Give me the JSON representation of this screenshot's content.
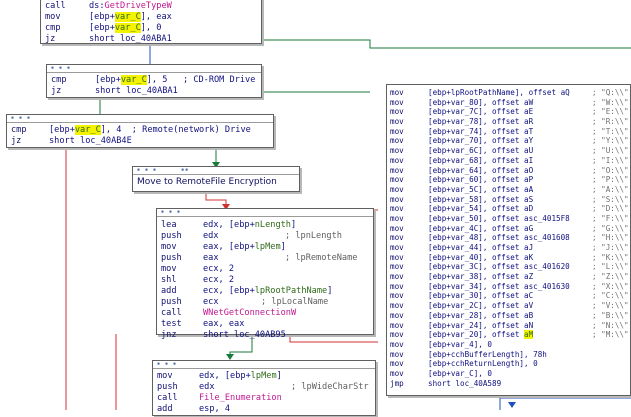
{
  "node_top": {
    "lines": [
      {
        "m": "call",
        "parts": [
          {
            "t": "ds:"
          },
          {
            "t": "GetDriveTypeW",
            "c": "fn"
          }
        ]
      },
      {
        "m": "mov",
        "parts": [
          {
            "t": "[ebp+"
          },
          {
            "t": "var_C",
            "c": "hl"
          },
          {
            "t": "], eax"
          }
        ]
      },
      {
        "m": "cmp",
        "parts": [
          {
            "t": "[ebp+"
          },
          {
            "t": "var_C",
            "c": "hl"
          },
          {
            "t": "], 0"
          }
        ]
      },
      {
        "m": "jz",
        "parts": [
          {
            "t": "short loc_40ABA1"
          }
        ]
      }
    ]
  },
  "node_cdrom": {
    "lines": [
      {
        "m": "cmp",
        "parts": [
          {
            "t": "[ebp+"
          },
          {
            "t": "var_C",
            "c": "hl"
          },
          {
            "t": "], 5   ; CD-ROM Drive"
          }
        ]
      },
      {
        "m": "jz",
        "parts": [
          {
            "t": "short loc_40ABA1"
          }
        ]
      }
    ]
  },
  "node_remote": {
    "lines": [
      {
        "m": "cmp",
        "parts": [
          {
            "t": "[ebp+"
          },
          {
            "t": "var_C",
            "c": "hl"
          },
          {
            "t": "], 4  ; Remote(network) Drive"
          }
        ]
      },
      {
        "m": "jz",
        "parts": [
          {
            "t": "short loc_40AB4E"
          }
        ]
      }
    ]
  },
  "node_label": {
    "text": "Move to RemoteFile Encryption"
  },
  "node_wnet": {
    "lines": [
      {
        "m": "lea",
        "op": "edx, [ebp+",
        "v": "nLength",
        "tail": "]"
      },
      {
        "m": "push",
        "op": "edx",
        "comment": "; lpnLength"
      },
      {
        "m": "mov",
        "op": "eax, [ebp+",
        "v": "lpMem",
        "tail": "]"
      },
      {
        "m": "push",
        "op": "eax",
        "comment": "; lpRemoteName"
      },
      {
        "m": "mov",
        "op": "ecx, 2"
      },
      {
        "m": "shl",
        "op": "ecx, 2"
      },
      {
        "m": "add",
        "op": "ecx, [ebp+",
        "v": "lpRootPathName",
        "tail": "]"
      },
      {
        "m": "push",
        "op": "ecx",
        "comment": "; lpLocalName"
      },
      {
        "m": "call",
        "op": "WNetGetConnectionW"
      },
      {
        "m": "test",
        "op": "eax, eax"
      },
      {
        "m": "jnz",
        "op": "short loc_40AB95"
      }
    ]
  },
  "node_enum": {
    "lines": [
      {
        "m": "mov",
        "op": "edx, [ebp+",
        "v": "lpMem",
        "tail": "]"
      },
      {
        "m": "push",
        "op": "edx",
        "comment": "; lpWideCharStr"
      },
      {
        "m": "call",
        "op": "File_Enumeration"
      },
      {
        "m": "add",
        "op": "esp, 4"
      }
    ]
  },
  "node_right": {
    "lines": [
      {
        "m": "mov",
        "a": "[ebp+lpRootPathName], offset aQ",
        "c": "; \"Q:\\\\\""
      },
      {
        "m": "mov",
        "a": "[ebp+var_80], offset aW",
        "c": "; \"W:\\\\\""
      },
      {
        "m": "mov",
        "a": "[ebp+var_7C], offset aE",
        "c": "; \"E:\\\\\""
      },
      {
        "m": "mov",
        "a": "[ebp+var_78], offset aR",
        "c": "; \"R:\\\\\""
      },
      {
        "m": "mov",
        "a": "[ebp+var_74], offset aT",
        "c": "; \"T:\\\\\""
      },
      {
        "m": "mov",
        "a": "[ebp+var_70], offset aY",
        "c": "; \"Y:\\\\\""
      },
      {
        "m": "mov",
        "a": "[ebp+var_6C], offset aU",
        "c": "; \"U:\\\\\""
      },
      {
        "m": "mov",
        "a": "[ebp+var_68], offset aI",
        "c": "; \"I:\\\\\""
      },
      {
        "m": "mov",
        "a": "[ebp+var_64], offset aO",
        "c": "; \"O:\\\\\""
      },
      {
        "m": "mov",
        "a": "[ebp+var_60], offset aP",
        "c": "; \"P:\\\\\""
      },
      {
        "m": "mov",
        "a": "[ebp+var_5C], offset aA",
        "c": "; \"A:\\\\\""
      },
      {
        "m": "mov",
        "a": "[ebp+var_58], offset aS",
        "c": "; \"S:\\\\\""
      },
      {
        "m": "mov",
        "a": "[ebp+var_54], offset aD",
        "c": "; \"D:\\\\\""
      },
      {
        "m": "mov",
        "a": "[ebp+var_50], offset asc_4015F8",
        "c": "; \"F:\\\\\""
      },
      {
        "m": "mov",
        "a": "[ebp+var_4C], offset aG",
        "c": "; \"G:\\\\\""
      },
      {
        "m": "mov",
        "a": "[ebp+var_48], offset asc_401608",
        "c": "; \"H:\\\\\""
      },
      {
        "m": "mov",
        "a": "[ebp+var_44], offset aJ",
        "c": "; \"J:\\\\\""
      },
      {
        "m": "mov",
        "a": "[ebp+var_40], offset aK",
        "c": "; \"K:\\\\\""
      },
      {
        "m": "mov",
        "a": "[ebp+var_3C], offset asc_401620",
        "c": "; \"L:\\\\\""
      },
      {
        "m": "mov",
        "a": "[ebp+var_38], offset aZ",
        "c": "; \"Z:\\\\\""
      },
      {
        "m": "mov",
        "a": "[ebp+var_34], offset asc_401630",
        "c": "; \"X:\\\\\""
      },
      {
        "m": "mov",
        "a": "[ebp+var_30], offset aC",
        "c": "; \"C:\\\\\""
      },
      {
        "m": "mov",
        "a": "[ebp+var_2C], offset aV",
        "c": "; \"V:\\\\\""
      },
      {
        "m": "mov",
        "a": "[ebp+var_28], offset aB",
        "c": "; \"B:\\\\\""
      },
      {
        "m": "mov",
        "a": "[ebp+var_24], offset aN",
        "c": "; \"N:\\\\\""
      },
      {
        "m": "mov",
        "a": "[ebp+var_20], offset aM",
        "c": "; \"M:\\\\\"",
        "hl": true
      },
      {
        "m": "mov",
        "a": "[ebp+var_4], 0",
        "c": ""
      },
      {
        "m": "mov",
        "a": "[ebp+cchBufferLength], 78h",
        "c": ""
      },
      {
        "m": "mov",
        "a": "[ebp+cchReturnLength], 0",
        "c": ""
      },
      {
        "m": "mov",
        "a": "[ebp+var_C], 0",
        "c": ""
      },
      {
        "m": "jmp",
        "a": "short loc_40A589",
        "c": ""
      }
    ]
  },
  "colors": {
    "edge_green": "#1a7a3a",
    "edge_red": "#d03030",
    "edge_blue": "#2050c0",
    "highlight": "#f3f300"
  },
  "icons": [
    "graph-node-header-icon"
  ]
}
